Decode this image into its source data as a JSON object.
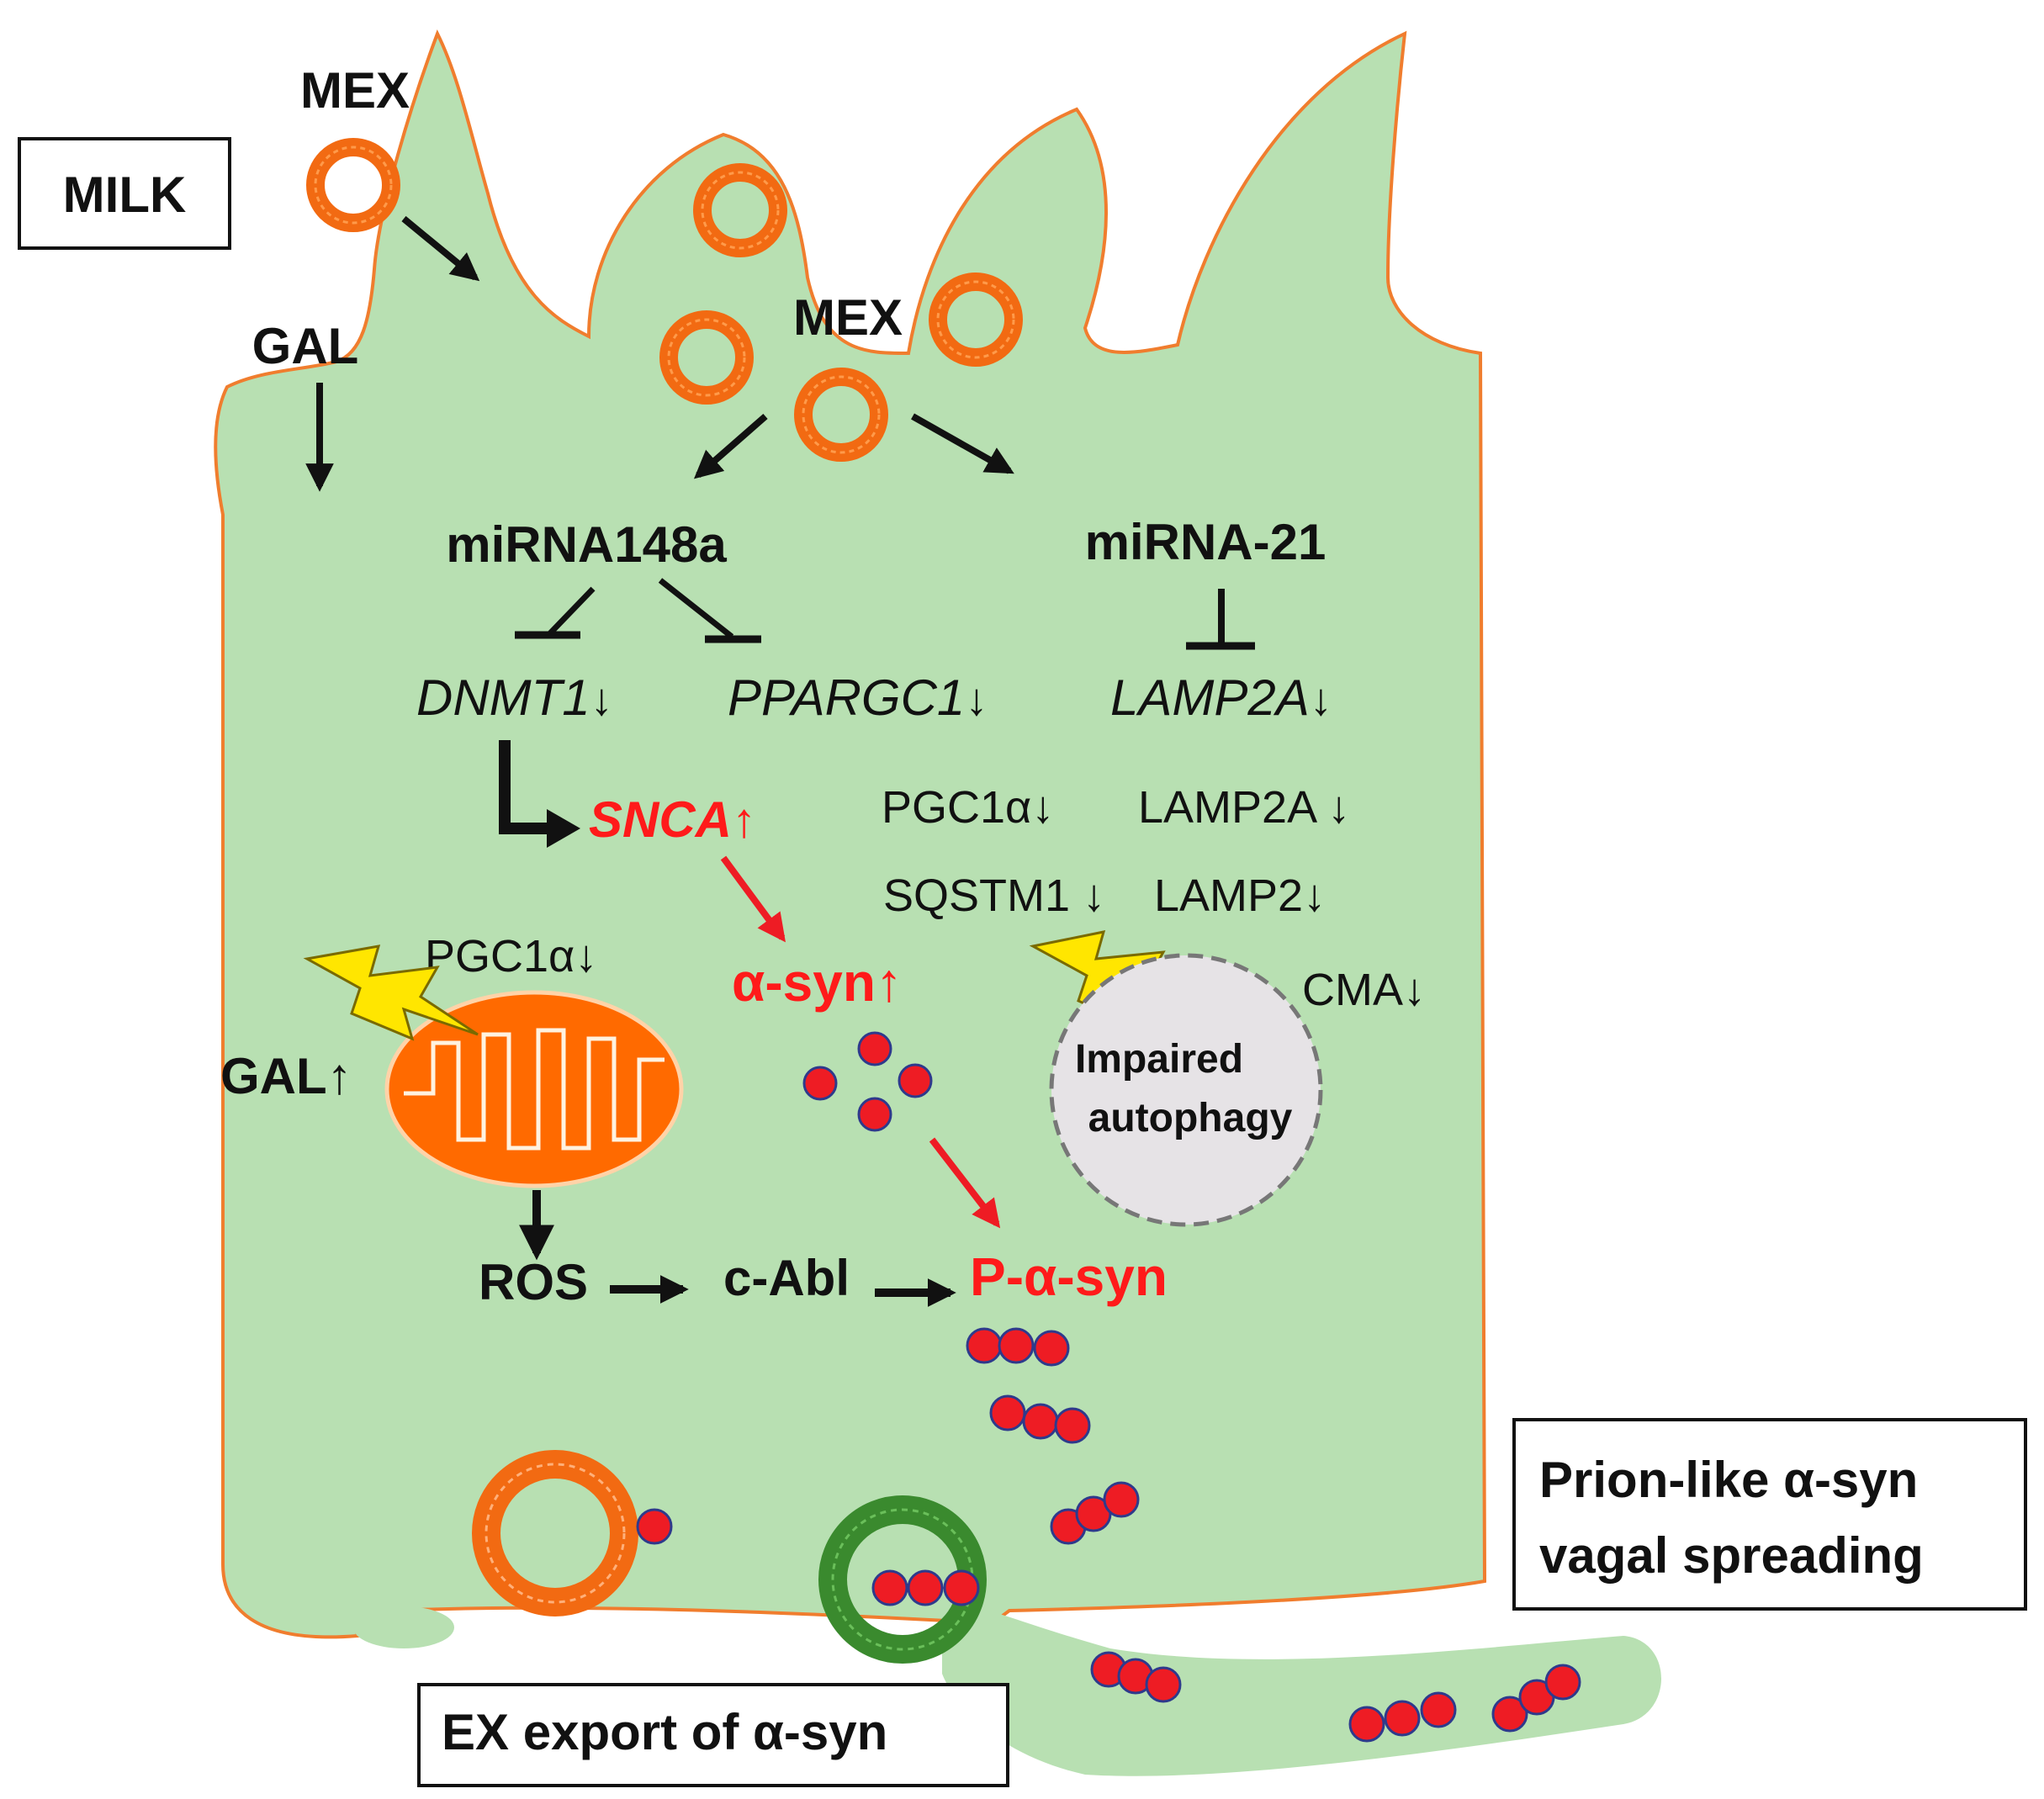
{
  "labels": {
    "milk": "MILK",
    "mex_outside": "MEX",
    "gal_outside": "GAL",
    "mex_inside": "MEX",
    "mirna148a": "miRNA148a",
    "mirna21": "miRNA-21",
    "dnmt1": "DNMT1",
    "ppargc1": "PPARGC1",
    "lamp2a_gene": "LAMP2A",
    "down_arrow": "↓",
    "up_arrow": "↑",
    "snca": "SNCA",
    "pgc1a_right": "PGC1α↓",
    "lamp2a_protein": "LAMP2A ↓",
    "sqstm1": "SQSTM1 ↓",
    "lamp2": "LAMP2↓",
    "pgc1a_left": "PGC1α↓",
    "alpha_syn": "α-syn↑",
    "cma": "CMA↓",
    "gal_up": "GAL↑",
    "impaired_line1": "Impaired",
    "impaired_line2": "autophagy",
    "ros": "ROS",
    "cabl": "c-Abl",
    "p_alpha_syn": "P-α-syn",
    "prion_line1": "Prion-like α-syn",
    "prion_line2": "vagal spreading",
    "ex_export": "EX export of α-syn"
  },
  "colors": {
    "cell_fill": "#b8e0b2",
    "cell_outline": "#f07d2e",
    "exosome_orange": "#f26a12",
    "exosome_green": "#3a8a2e",
    "mitochondrion": "#ff6a00",
    "protein_red": "#ee1c24",
    "protein_outline": "#2e3a8c",
    "highlight_red": "#ff1a1a",
    "lightning": "#ffe600",
    "autophagy_fill": "#e6e3e6",
    "text": "#111111"
  },
  "icons": [
    "lightning-bolt-icon",
    "exosome-icon",
    "mitochondrion-icon"
  ]
}
